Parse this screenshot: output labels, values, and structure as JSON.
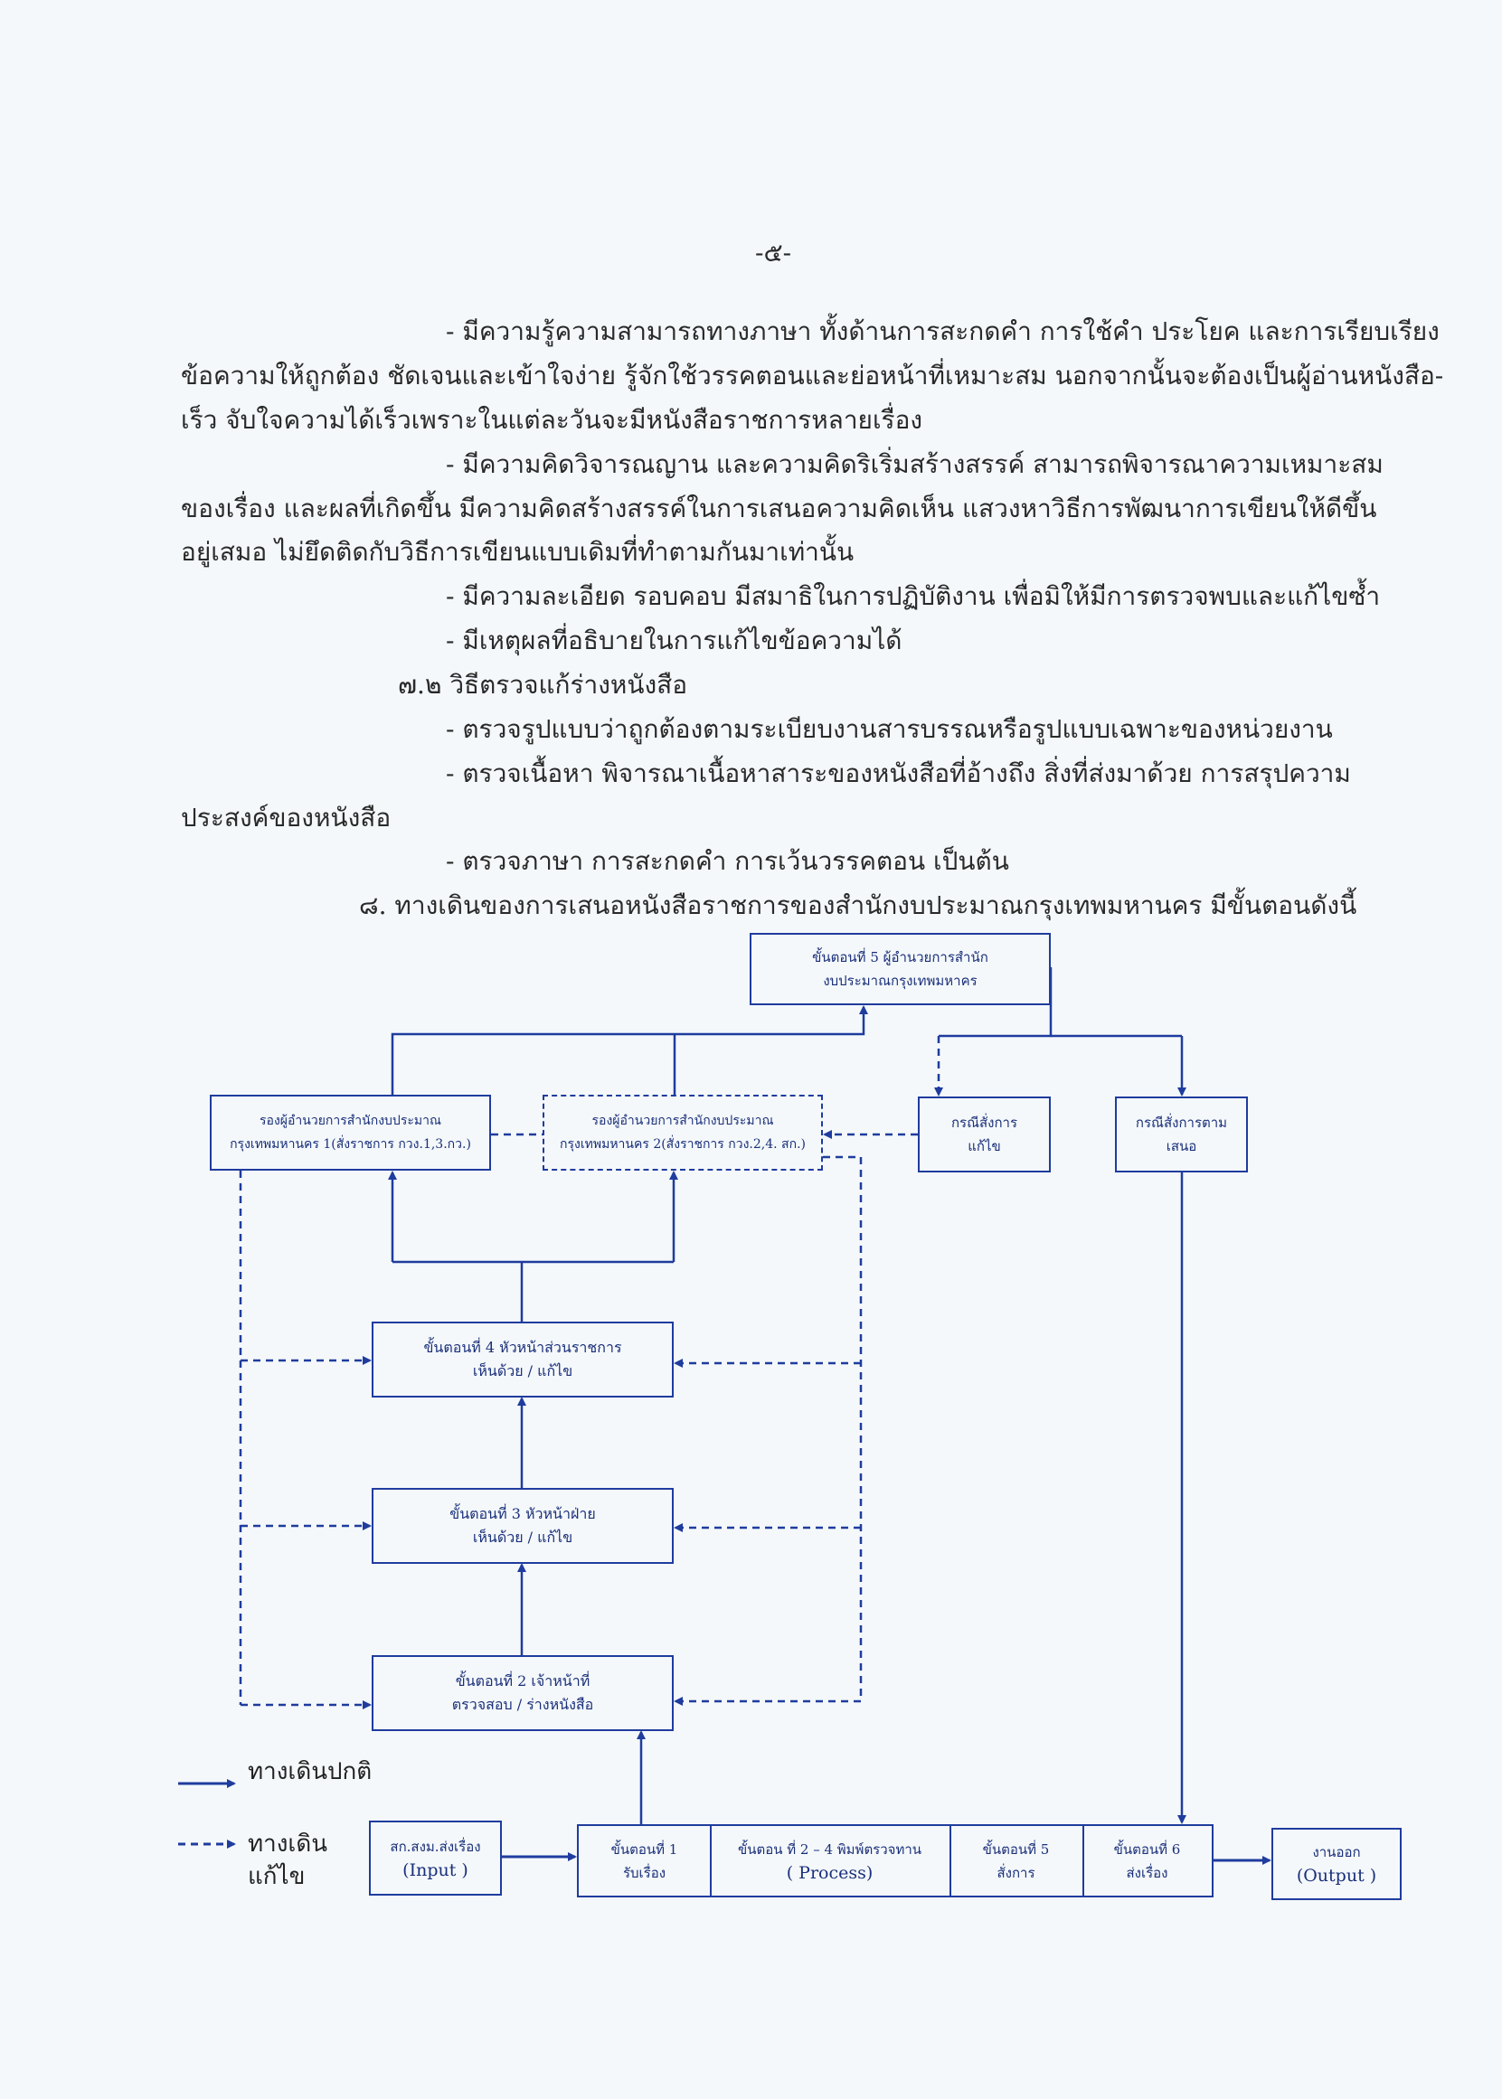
{
  "page_number": "-๕-",
  "lines": [
    "- มีความรู้ความสามารถทางภาษา ทั้งด้านการสะกดคำ การใช้คำ ประโยค และการเรียบเรียง",
    "ข้อความให้ถูกต้อง ชัดเจนและเข้าใจง่าย  รู้จักใช้วรรคตอนและย่อหน้าที่เหมาะสม นอกจากนั้นจะต้องเป็นผู้อ่านหนังสือ-",
    "เร็ว จับใจความได้เร็วเพราะในแต่ละวันจะมีหนังสือราชการหลายเรื่อง",
    "- มีความคิดวิจารณญาน และความคิดริเริ่มสร้างสรรค์  สามารถพิจารณาความเหมาะสม",
    "ของเรื่อง และผลที่เกิดขึ้น  มีความคิดสร้างสรรค์ในการเสนอความคิดเห็น  แสวงหาวิธีการพัฒนาการเขียนให้ดีขึ้น",
    "อยู่เสมอ ไม่ยึดติดกับวิธีการเขียนแบบเดิมที่ทำตามกันมาเท่านั้น",
    "- มีความละเอียด รอบคอบ มีสมาธิในการปฏิบัติงาน เพื่อมิให้มีการตรวจพบและแก้ไขซ้ำ",
    "- มีเหตุผลที่อธิบายในการแก้ไขข้อความได้",
    "๗.๒  วิธีตรวจแก้ร่างหนังสือ",
    "- ตรวจรูปแบบว่าถูกต้องตามระเบียบงานสารบรรณหรือรูปแบบเฉพาะของหน่วยงาน",
    "- ตรวจเนื้อหา พิจารณาเนื้อหาสาระของหนังสือที่อ้างถึง สิ่งที่ส่งมาด้วย การสรุปความ",
    "ประสงค์ของหนังสือ",
    "- ตรวจภาษา  การสะกดคำ  การเว้นวรรคตอน เป็นต้น",
    "๘. ทางเดินของการเสนอหนังสือราชการของสำนักงบประมาณกรุงเทพมหานคร มีขั้นตอนดังนี้"
  ],
  "diagram": {
    "step5_top": [
      "ขั้นตอนที่ 5     ผู้อำนวยการสำนัก",
      "งบประมาณกรุงเทพมหาคร"
    ],
    "deputy1": [
      "รองผู้อำนวยการสำนักงบประมาณ",
      "กรุงเทพมหานคร 1(สั่งราชการ กวง.1,3.กว.)"
    ],
    "deputy2": [
      "รองผู้อำนวยการสำนักงบประมาณ",
      "กรุงเทพมหานคร 2(สั่งราชการ กวง.2,4. สก.)"
    ],
    "case_fix": [
      "กรณีสั่งการ",
      "แก้ไข"
    ],
    "case_as_proposed": [
      "กรณีสั่งการตาม",
      "เสนอ"
    ],
    "step4": [
      "ขั้นตอนที่ 4 หัวหน้าส่วนราชการ",
      "เห็นด้วย / แก้ไข"
    ],
    "step3": [
      "ขั้นตอนที่ 3 หัวหน้าฝ่าย",
      "เห็นด้วย / แก้ไข"
    ],
    "step2": [
      "ขั้นตอนที่ 2 เจ้าหน้าที่",
      "ตรวจสอบ / ร่างหนังสือ"
    ],
    "input": [
      "สก.สงม.ส่งเรื่อง",
      "(Input )"
    ],
    "proc_step1": [
      "ขั้นตอนที่ 1",
      "รับเรื่อง"
    ],
    "proc_step2_4": [
      "ขั้นตอน ที่ 2 – 4   พิมพ์ตรวจทาน",
      "( Process)"
    ],
    "proc_step5": [
      "ขั้นตอนที่ 5",
      "สั่งการ"
    ],
    "proc_step6": [
      "ขั้นตอนที่ 6",
      "ส่งเรื่อง"
    ],
    "output": [
      "งานออก",
      "(Output )"
    ],
    "legend_normal": "ทางเดินปกติ",
    "legend_fix": [
      "ทางเดิน",
      "แก้ไข"
    ],
    "line_color": "#1f3c9e"
  }
}
